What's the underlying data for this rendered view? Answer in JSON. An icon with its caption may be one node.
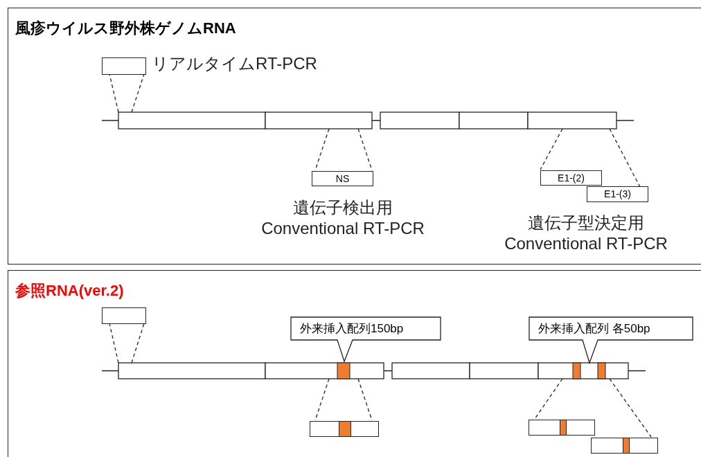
{
  "diagram": {
    "nodes": [
      {
        "text": [
          "風疹ウイルス野外株ゲノムRNA"
        ]
      },
      {
        "text": [],
        "shape": "box",
        "in": 0,
        "beside": [
          "リアルタイムRT-PCR"
        ]
      },
      {
        "text": [
          "NS"
        ],
        "in": 0
      },
      {
        "text": [
          "E1-(2)"
        ],
        "in": 0
      },
      {
        "text": [
          "E1-(3)"
        ],
        "in": 0
      },
      {
        "text": [
          "参照RNA(ver.2)"
        ]
      },
      {
        "text": [],
        "shape": "box",
        "in": 5
      },
      {
        "text": [
          "外来挿入配列150bp"
        ],
        "in": 5
      },
      {
        "text": [
          "外来挿入配列 各50bp"
        ],
        "in": 5
      },
      {
        "text": [],
        "shape": "box",
        "in": 5
      },
      {
        "text": [],
        "shape": "box",
        "in": 5
      },
      {
        "text": [],
        "shape": "box",
        "in": 5
      }
    ],
    "labels": [
      "遺伝子検出用 Conventional RT-PCR",
      "遺伝子型決定用 Conventional RT-PCR"
    ]
  }
}
